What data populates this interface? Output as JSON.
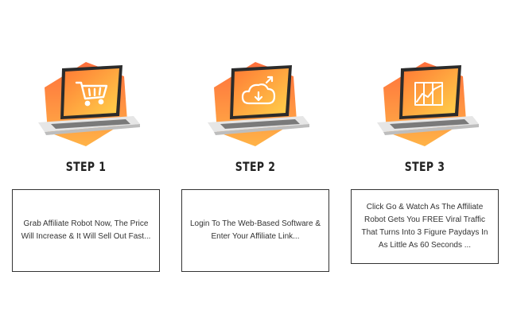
{
  "colors": {
    "hex_top": "#ff6f3c",
    "hex_bottom": "#ffb347",
    "screen_top": "#ff8a3d",
    "screen_bottom": "#ffd24a",
    "text": "#222222"
  },
  "steps": [
    {
      "title": "STEP 1",
      "icon": "shopping-cart-icon",
      "description": "Grab Affiliate Robot Now, The Price Will Increase & It Will Sell Out Fast..."
    },
    {
      "title": "STEP 2",
      "icon": "cloud-download-icon",
      "description": "Login To The Web-Based Software & Enter Your Affiliate Link..."
    },
    {
      "title": "STEP 3",
      "icon": "growth-chart-icon",
      "description": "Click Go & Watch As The Affiliate Robot Gets You FREE Viral Traffic That Turns Into 3 Figure Paydays In As Little As 60 Seconds ..."
    }
  ]
}
